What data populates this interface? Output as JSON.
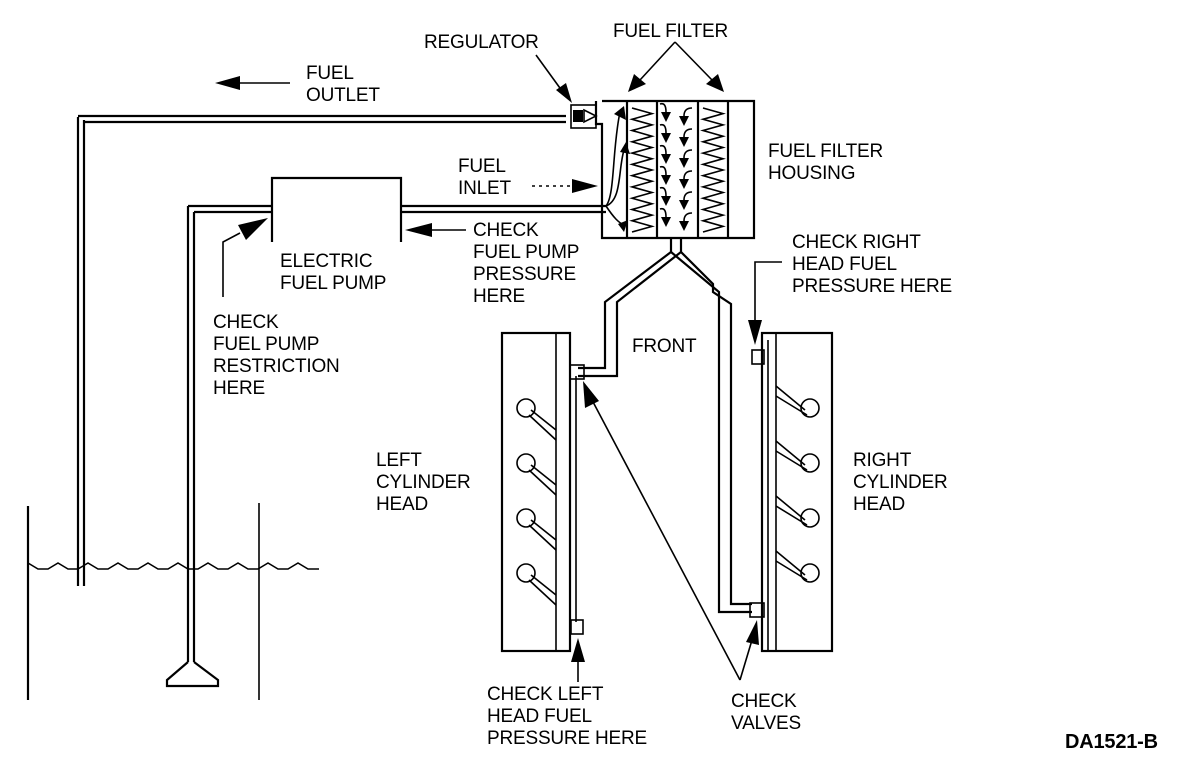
{
  "diagram": {
    "title": "Fuel system pressure test points",
    "figure_code": "DA1521-B",
    "colors": {
      "ink": "#000000",
      "background": "#ffffff"
    },
    "labels": {
      "regulator": "REGULATOR",
      "fuel_filter": "FUEL FILTER",
      "fuel_outlet": [
        "FUEL",
        "OUTLET"
      ],
      "fuel_inlet": [
        "FUEL",
        "INLET"
      ],
      "fuel_filter_housing": [
        "FUEL FILTER",
        "HOUSING"
      ],
      "electric_fuel_pump": [
        "ELECTRIC",
        "FUEL PUMP"
      ],
      "check_pump_pressure": [
        "CHECK",
        "FUEL PUMP",
        "PRESSURE",
        "HERE"
      ],
      "check_pump_restriction": [
        "CHECK",
        "FUEL PUMP",
        "RESTRICTION",
        "HERE"
      ],
      "check_right_head": [
        "CHECK RIGHT",
        "HEAD FUEL",
        "PRESSURE HERE"
      ],
      "front": "FRONT",
      "left_cylinder_head": [
        "LEFT",
        "CYLINDER",
        "HEAD"
      ],
      "right_cylinder_head": [
        "RIGHT",
        "CYLINDER",
        "HEAD"
      ],
      "check_left_head": [
        "CHECK LEFT",
        "HEAD FUEL",
        "PRESSURE HERE"
      ],
      "check_valves": [
        "CHECK",
        "VALVES"
      ]
    },
    "components": [
      "fuel-tank",
      "fuel-pickup",
      "electric-fuel-pump",
      "fuel-filter-housing",
      "regulator",
      "left-cylinder-head",
      "right-cylinder-head",
      "check-valves"
    ],
    "cylinders_per_head": 4
  }
}
